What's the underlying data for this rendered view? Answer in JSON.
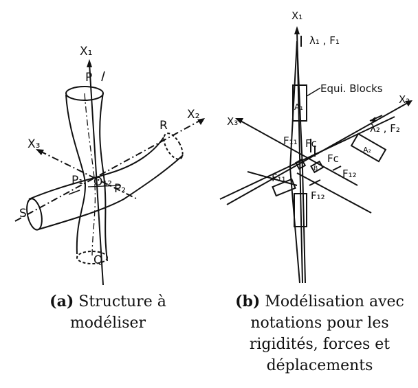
{
  "figure_a": {
    "labels": {
      "x1": "X₁",
      "x2": "X₂",
      "x3": "X₃",
      "p": "P",
      "q": "Q",
      "r": "R",
      "s": "S",
      "p1": "P₁",
      "p2": "P₂",
      "o12": "O₁₂"
    },
    "caption": {
      "tag": "(a)",
      "text": "Structure à modéliser"
    }
  },
  "figure_b": {
    "labels": {
      "x1": "X₁",
      "x2": "X₂",
      "x3": "X₃",
      "lambda1": "λ₁ , F₁",
      "lambda2": "λ₂ , F₂",
      "equi_blocks": "Equi. Blocks",
      "a1": "A₁",
      "a2": "A₂",
      "ft1_upper": "F₁₁",
      "ft1_lower": "F₁₁",
      "fc_upper": "Fc",
      "fc_lower": "Fc",
      "ft2_right": "F₁₂",
      "ft2_lower": "F₁₂",
      "b": "B"
    },
    "caption": {
      "tag": "(b)",
      "text": "Modélisation avec notations pour les rigidités, forces et déplacements"
    }
  }
}
